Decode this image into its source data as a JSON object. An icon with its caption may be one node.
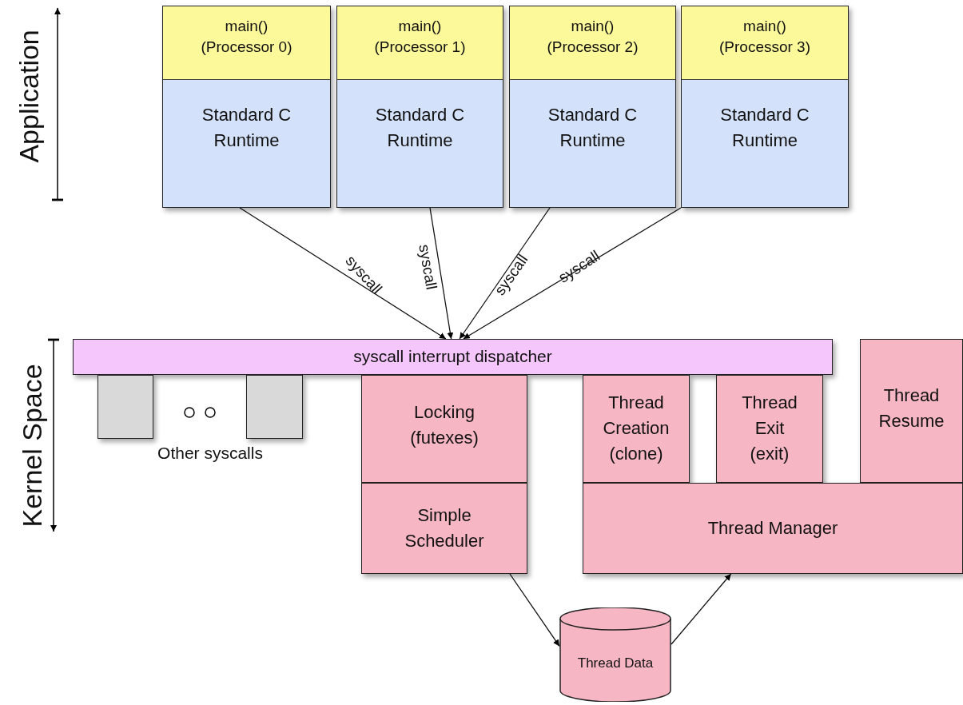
{
  "diagram": {
    "nodes": [
      {
        "text": [
          "main() (Processor 0)",
          "Standard C Runtime"
        ]
      },
      {
        "text": [
          "main() (Processor 1)",
          "Standard C Runtime"
        ]
      },
      {
        "text": [
          "main() (Processor 2)",
          "Standard C Runtime"
        ]
      },
      {
        "text": [
          "main() (Processor 3)",
          "Standard C Runtime"
        ]
      },
      {
        "text": [
          "syscall interrupt dispatcher"
        ]
      },
      {
        "text": [],
        "shape": "box"
      },
      {
        "text": [],
        "shape": "box"
      },
      {
        "text": [
          "Locking (futexes)"
        ]
      },
      {
        "text": [
          "Simple Scheduler"
        ]
      },
      {
        "text": [
          "Thread Creation (clone)"
        ]
      },
      {
        "text": [
          "Thread Exit (exit)"
        ]
      },
      {
        "text": [
          "Thread Resume"
        ]
      },
      {
        "text": [
          "Thread Manager"
        ]
      },
      {
        "text": [
          "Thread Data"
        ]
      }
    ],
    "edges": [
      {
        "from": 0,
        "to": 4,
        "arrow": "to",
        "label": "syscall"
      },
      {
        "from": 1,
        "to": 4,
        "arrow": "to",
        "label": "syscall"
      },
      {
        "from": 2,
        "to": 4,
        "arrow": "to",
        "label": "syscall"
      },
      {
        "from": 3,
        "to": 4,
        "arrow": "to",
        "label": "syscall"
      },
      {
        "from": 8,
        "to": 13,
        "arrow": "to"
      },
      {
        "from": 13,
        "to": 12,
        "arrow": "to"
      }
    ],
    "labels": [
      "Application",
      "Kernel Space",
      "Other syscalls"
    ]
  }
}
